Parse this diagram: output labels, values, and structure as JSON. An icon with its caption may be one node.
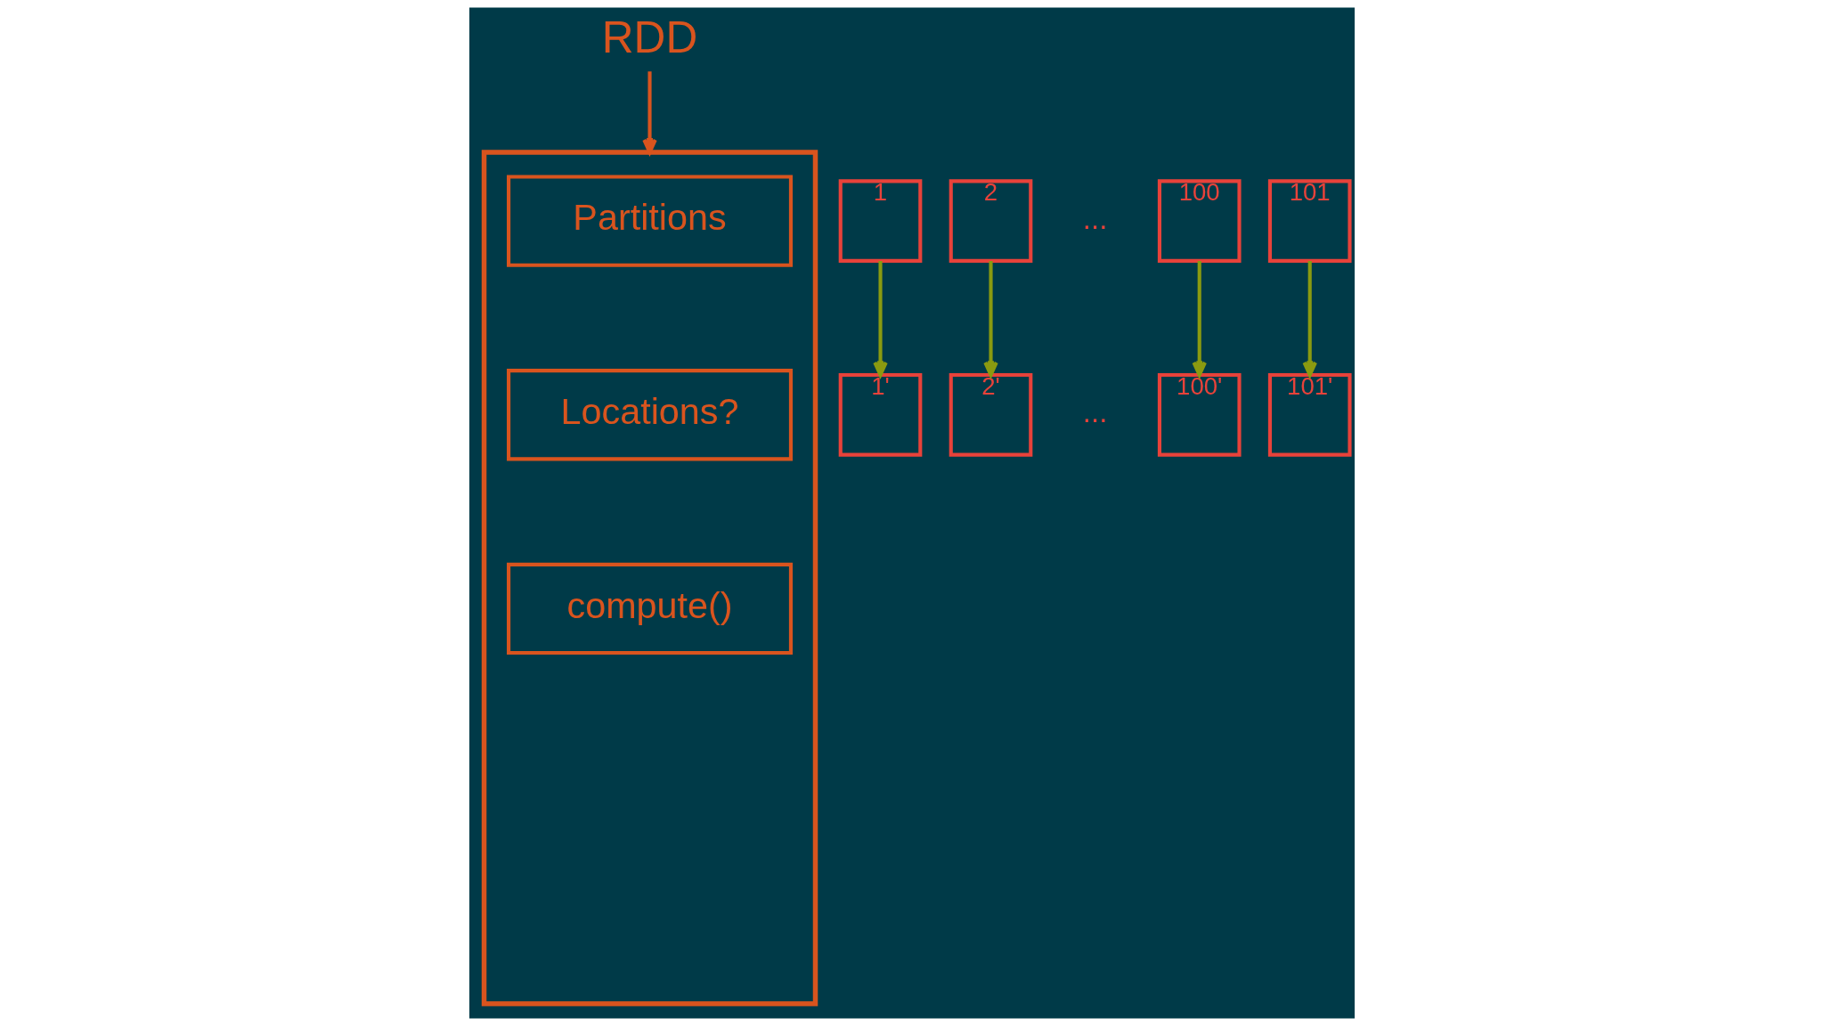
{
  "diagram": {
    "nodes": [
      {
        "text": [
          "RDD"
        ]
      },
      {
        "text": [],
        "shape": "box"
      },
      {
        "text": [
          "Partitions"
        ],
        "in": 1
      },
      {
        "text": [
          "Locations?"
        ],
        "in": 1
      },
      {
        "text": [
          "compute()"
        ],
        "in": 1
      },
      {
        "text": [
          "1"
        ]
      },
      {
        "text": [
          "2"
        ]
      },
      {
        "text": [
          "100"
        ]
      },
      {
        "text": [
          "101"
        ]
      },
      {
        "text": [
          "1'"
        ]
      },
      {
        "text": [
          "2'"
        ]
      },
      {
        "text": [
          "100'"
        ]
      },
      {
        "text": [
          "101'"
        ]
      }
    ],
    "edges": [
      {
        "from": 0,
        "to": 1,
        "arrow": "to",
        "color": "#d9541e"
      },
      {
        "from": 5,
        "to": 9,
        "arrow": "to"
      },
      {
        "from": 6,
        "to": 10,
        "arrow": "to"
      },
      {
        "from": 7,
        "to": 11,
        "arrow": "to"
      },
      {
        "from": 8,
        "to": 12,
        "arrow": "to"
      }
    ],
    "labels": [
      "...",
      "..."
    ]
  }
}
